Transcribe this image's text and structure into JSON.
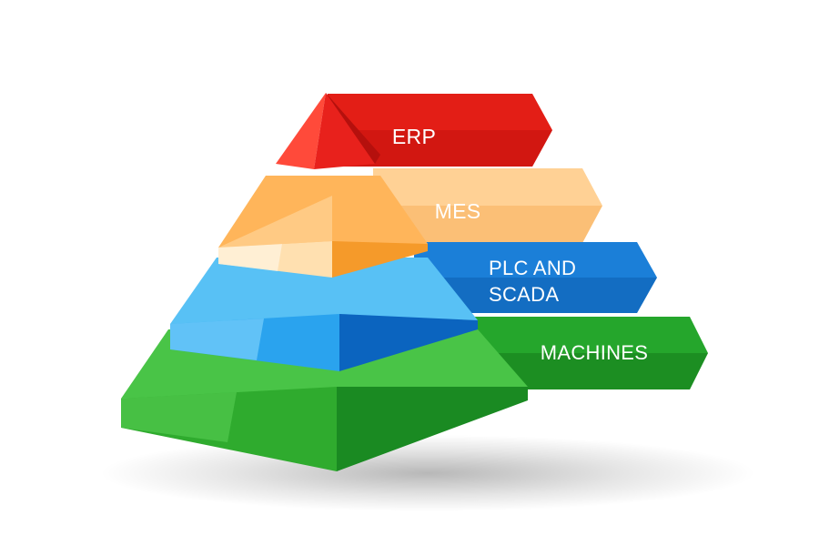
{
  "diagram": {
    "tiers": [
      {
        "id": "erp",
        "lines": [
          "ERP"
        ],
        "colors": {
          "light": "#ff5a4a",
          "main": "#e8211c",
          "dark": "#b5100d",
          "banner": "#e31e16",
          "banner_dark": "#c4120e"
        }
      },
      {
        "id": "mes",
        "lines": [
          "MES"
        ],
        "colors": {
          "light": "#fff1d6",
          "main": "#ffcb87",
          "dark": "#f49b2e",
          "banner": "#ffd195",
          "banner_dark": "#f7b15c"
        }
      },
      {
        "id": "plc-scada",
        "lines": [
          "PLC AND",
          "SCADA"
        ],
        "colors": {
          "light": "#7fd3ff",
          "main": "#1d8fe6",
          "dark": "#0a5fb5",
          "banner": "#1b7fd8",
          "banner_dark": "#0d5fb0"
        }
      },
      {
        "id": "machines",
        "lines": [
          "MACHINES"
        ],
        "colors": {
          "light": "#63d45a",
          "main": "#2aa82b",
          "dark": "#17761d",
          "banner": "#25a62c",
          "banner_dark": "#167a1b"
        }
      }
    ]
  }
}
